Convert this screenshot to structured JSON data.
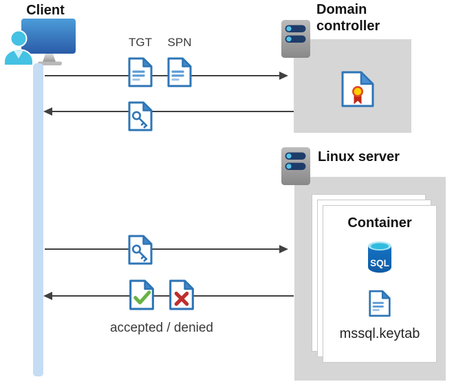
{
  "client": {
    "label": "Client"
  },
  "domain_controller": {
    "label": "Domain controller"
  },
  "linux_server": {
    "label": "Linux server"
  },
  "container": {
    "label": "Container",
    "sql_text": "SQL",
    "keytab_label": "mssql.keytab"
  },
  "labels": {
    "tgt": "TGT",
    "spn": "SPN",
    "accepted_denied": "accepted / denied"
  },
  "colors": {
    "doc_border_blue": "#2e75b6",
    "doc_fold_blue": "#4187c7",
    "doc_line_blue": "#5b9bd5",
    "doc_line_light": "#9dc3e6",
    "monitor_blue_top": "#4c9cd9",
    "monitor_blue_bottom": "#2a5ba7",
    "person_cyan": "#44c1e3",
    "lifeline_blue": "#c5ddf4",
    "box_gray": "#d6d6d6",
    "server_body_gray": "#9e9e9e",
    "server_pill_navy": "#1e3c69",
    "server_dot_cyan": "#55c3ea",
    "accepted_green": "#67b345",
    "denied_red": "#be2e2e",
    "cert_ring_red": "#e04a23",
    "cert_yellow": "#ffd100",
    "cert_ribbon_red": "#c22717",
    "sql_body_blue": "#1168b4",
    "sql_top_cyan": "#30bcdf",
    "arrow_gray": "#404040"
  }
}
